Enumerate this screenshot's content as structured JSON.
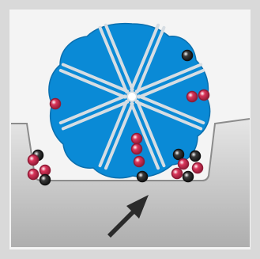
{
  "diagram": {
    "colors": {
      "background": "#ffffff",
      "frame": "#d9d9d9",
      "panel": "#f4f4f4",
      "trough_top": "#e6e6e6",
      "trough_bottom": "#aeaeae",
      "trough_edge": "#8c8c8c",
      "rotor_fill": "#0a8ad6",
      "rotor_edge": "#0b6fae",
      "spoke": "#d6dde3",
      "hub": "#ffffff",
      "particle_red": "#d9355a",
      "particle_red_edge": "#8f1b36",
      "particle_dark": "#3a3a3a",
      "particle_dark_edge": "#111111",
      "particle_highlight": "#ffffff",
      "arrow": "#2b2b2b"
    },
    "components": [
      "rotor",
      "spokes",
      "trough",
      "particles",
      "arrow"
    ],
    "particle_types": [
      "red-particle",
      "dark-particle"
    ],
    "arrow_direction": "up-right"
  }
}
